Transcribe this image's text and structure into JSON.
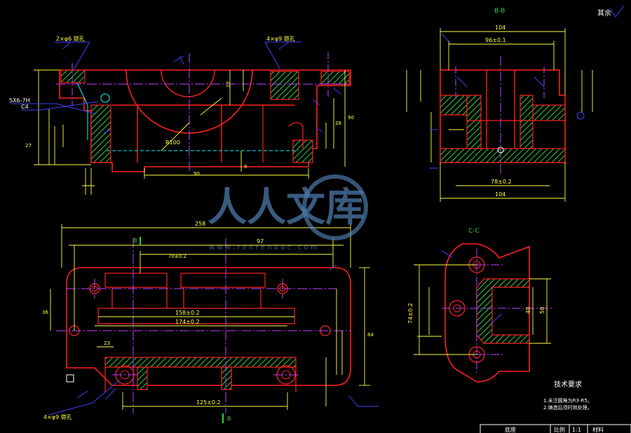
{
  "colors": {
    "background": "#000000",
    "outline": "#ff2020",
    "dimension": "#ffff40",
    "center": "#c040ff",
    "hatch": "#30d040",
    "leader": "#4040ff",
    "hidden": "#00ffff",
    "white": "#ffffff",
    "watermark": "#5a8fc8"
  },
  "labels": {
    "section_bb": "B-B",
    "section_cc": "C-C",
    "top_right_mark": "其余",
    "drill_top_left": "2×φ6 锪孔",
    "drill_top_right": "4×φ9 锪孔",
    "thread_spec": "SX6-7H",
    "chamfer": "C4",
    "drill_bottom_left": "4×φ9 锪孔",
    "view_marker_a": "B",
    "view_marker_b": "B",
    "tech_title": "技术要求",
    "tech_note_1": "1.未注圆角为R3-R5。",
    "tech_note_2": "2.铸造后须时效处理。",
    "title_cells": [
      "底座",
      "比例",
      "1:1",
      "材料"
    ]
  },
  "dims": {
    "front_width": "104",
    "front_inner": "96±0.1",
    "front_base": "78±0.2",
    "front_bottom": "104",
    "main_len": "258",
    "len_158": "158±0.2",
    "len_174": "174±0.2",
    "len_125": "125±0.2",
    "len_97": "97",
    "r100": "R100",
    "c_height": "74±0.2",
    "c_inner": "40",
    "c_outer": "50"
  },
  "watermark": {
    "text": "人人文库",
    "url": "w w w . r e n r e n d o c . c o m"
  }
}
